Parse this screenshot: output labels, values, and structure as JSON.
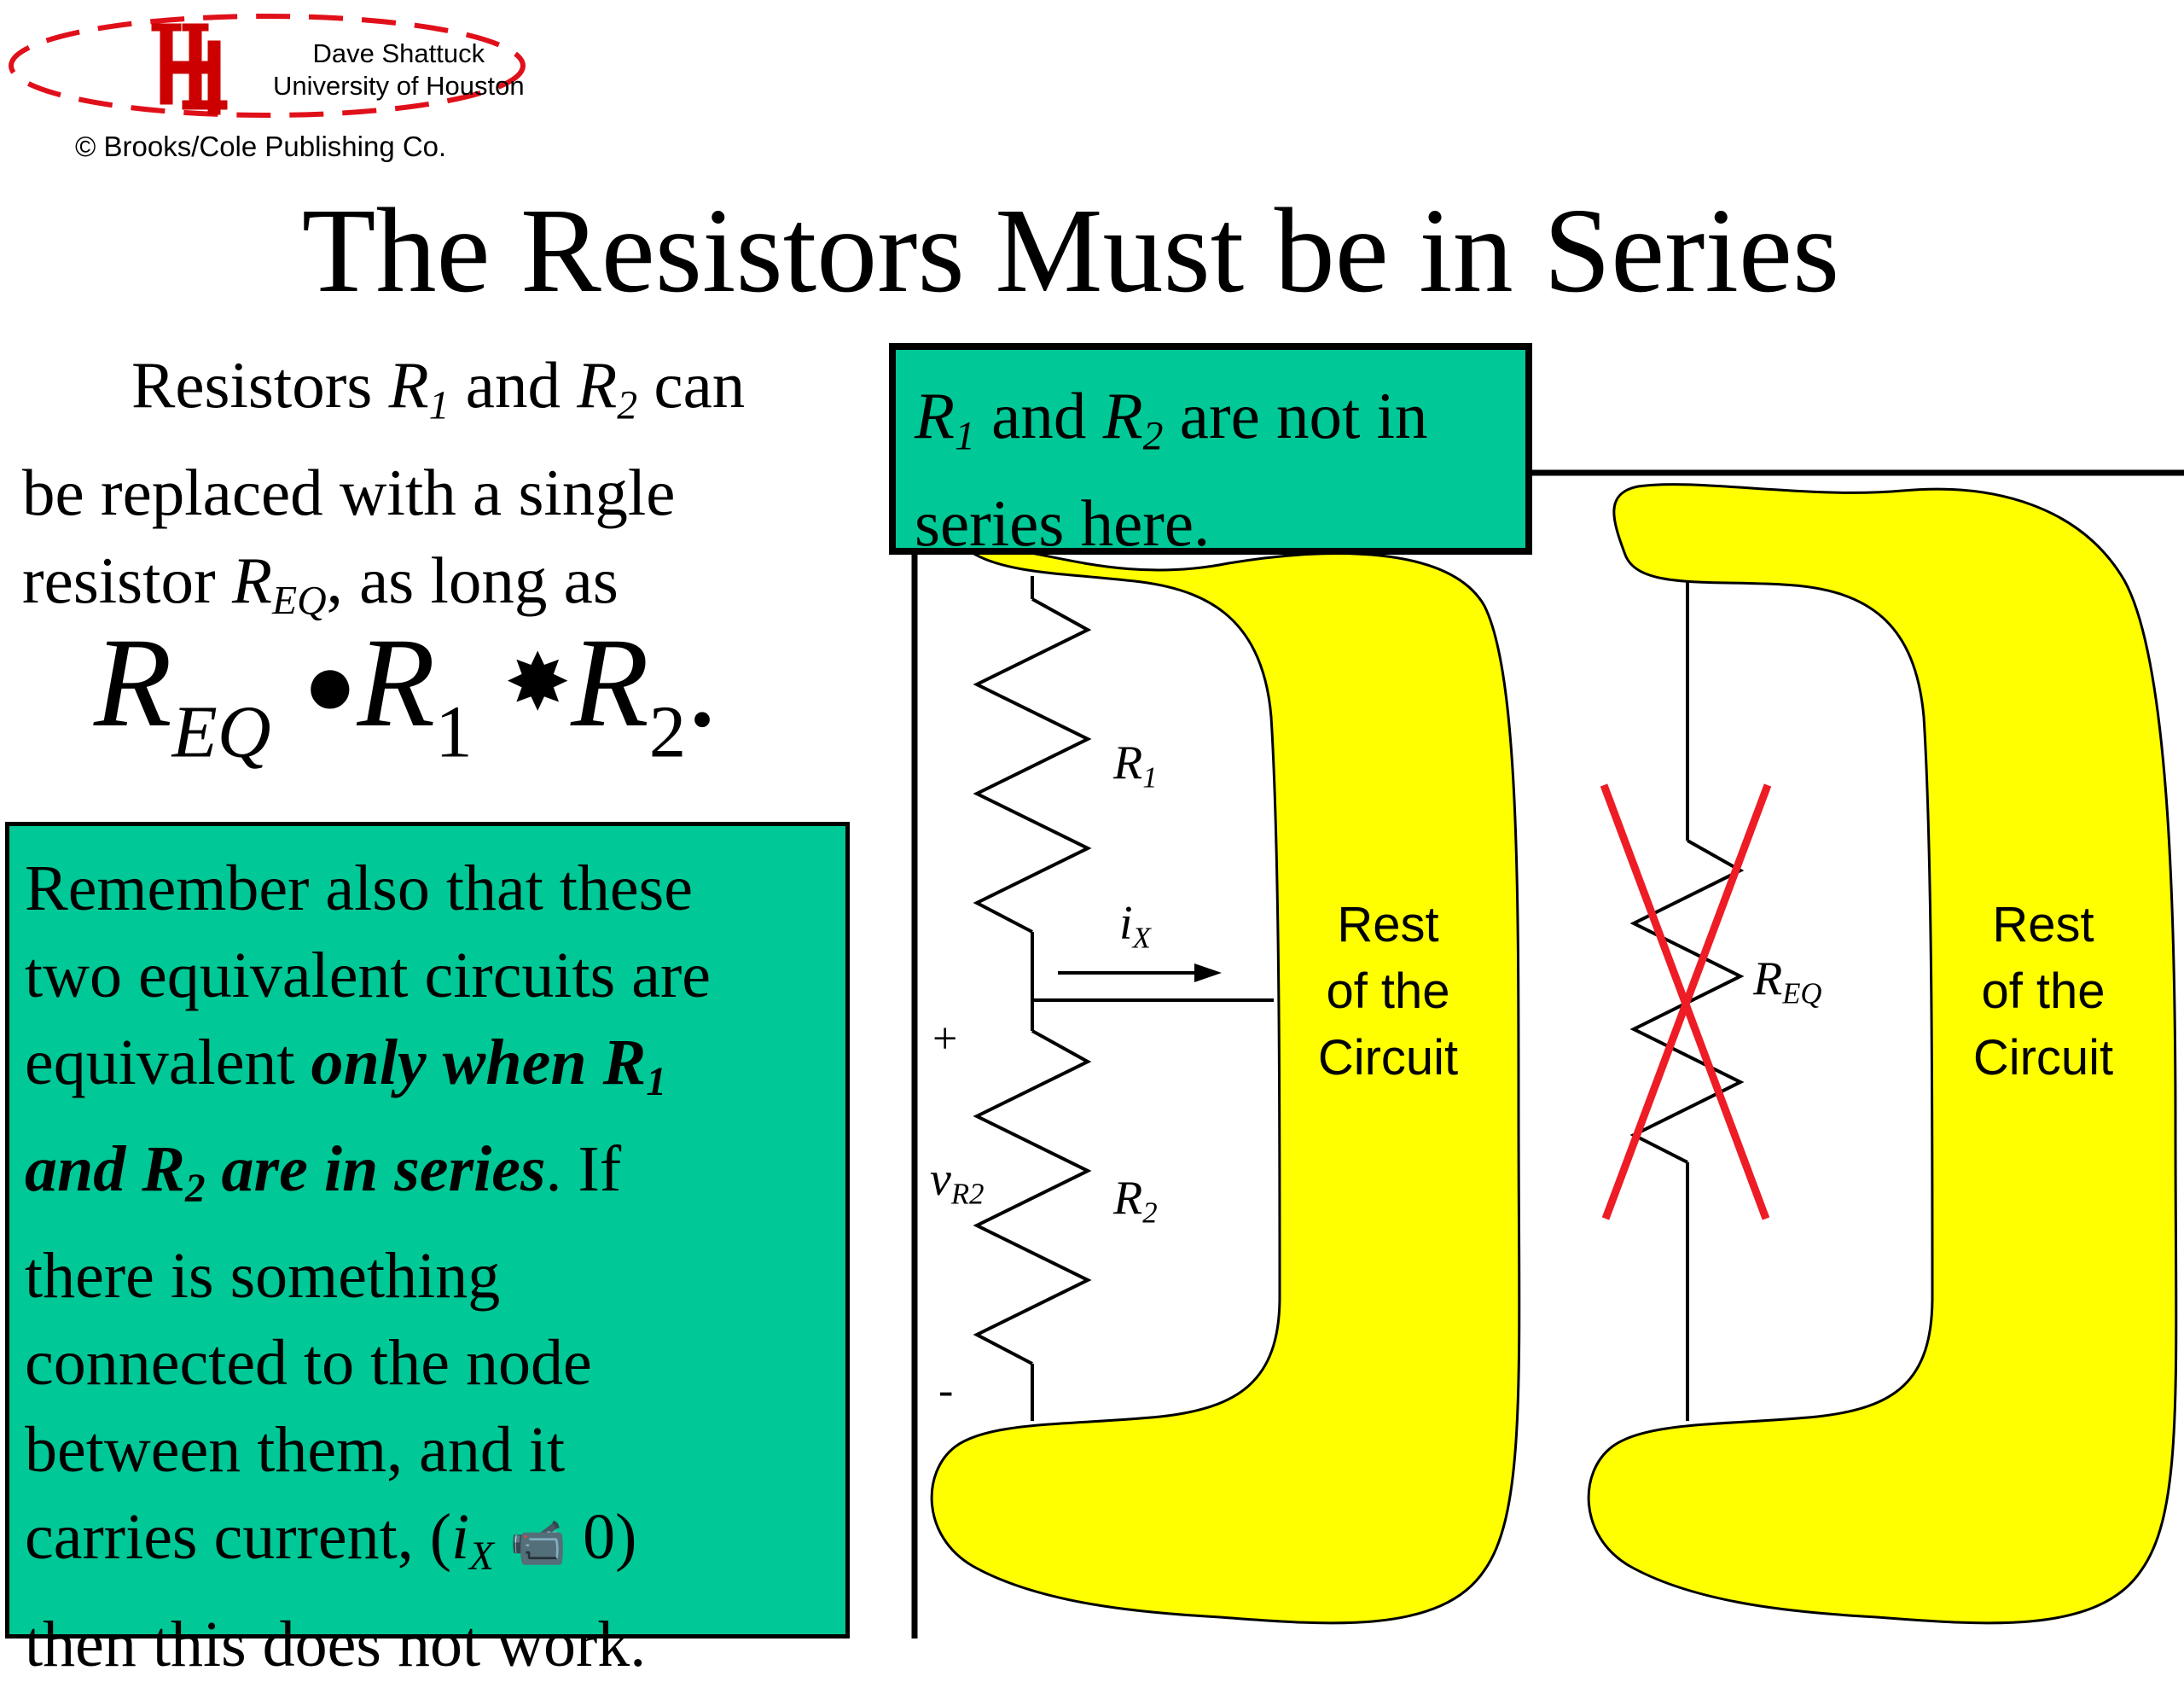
{
  "header": {
    "author": "Dave Shattuck",
    "institution": "University of Houston",
    "copyright": "© Brooks/Cole Publishing Co.",
    "logo_text": "UH"
  },
  "title": "The Resistors Must be in Series",
  "intro": {
    "t1": "Resistors ",
    "r1": "R",
    "r1_sub": "1",
    "t2": " and ",
    "r2": "R",
    "r2_sub": "2",
    "t3": " can",
    "line2": "be replaced with a single",
    "t4": "resistor ",
    "req": "R",
    "req_sub": "EQ",
    "t5": ", as long as"
  },
  "formula": {
    "lhs": "R",
    "lhs_sub": "EQ",
    "eq_symbol": "●",
    "r1": "R",
    "r1_sub": "1",
    "plus_symbol": "✸",
    "r2": "R",
    "r2_sub": "2",
    "end": "."
  },
  "callout": {
    "r1": "R",
    "r1_sub": "1",
    "t1": " and ",
    "r2": "R",
    "r2_sub": "2",
    "t2": " are not in",
    "line2": "series here."
  },
  "note": {
    "l1": "Remember also that these",
    "l2": "two equivalent circuits are",
    "l3a": "equivalent ",
    "l3b": "only when R",
    "l3b_sub": "1",
    "l4a": "and R",
    "l4a_sub": "2",
    "l4b": " are in series",
    "l4c": ".  If",
    "l5": "there is something",
    "l6": "connected to the node",
    "l7": "between them, and it",
    "l8a": "carries current, (",
    "l8_ix": "i",
    "l8_ix_sub": "X",
    "l8_symbol": "📹",
    "l8b": " 0)",
    "l9": "then this does not work."
  },
  "circuit": {
    "rest_label": [
      "Rest",
      "of the",
      "Circuit"
    ],
    "r1_label": "R",
    "r1_sub": "1",
    "r2_label": "R",
    "r2_sub": "2",
    "ix_label": "i",
    "ix_sub": "X",
    "plus": "+",
    "minus": "-",
    "vr2_label": "v",
    "vr2_sub": "R2",
    "req_label": "R",
    "req_sub": "EQ"
  },
  "colors": {
    "callout_bg": "#00c896",
    "blob": "#ffff00",
    "cross": "#ee1c24",
    "logo": "#cc0000"
  }
}
